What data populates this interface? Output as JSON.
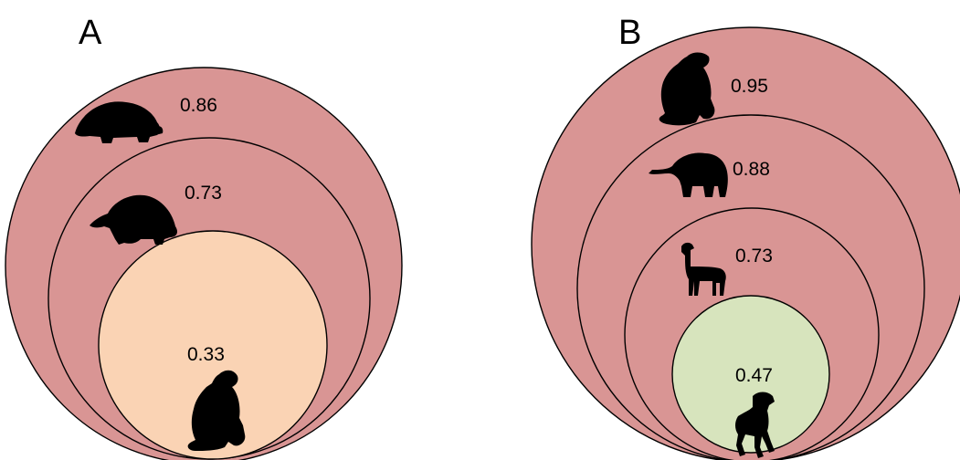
{
  "panels": [
    {
      "label": "A",
      "circles": [
        {
          "value": "0.86",
          "fill": "#D99594",
          "animal": "glyptodont"
        },
        {
          "value": "0.73",
          "fill": "#D99594",
          "animal": "armadillo"
        },
        {
          "value": "0.33",
          "fill": "#FAD3B4",
          "animal": "ground-sloth"
        }
      ]
    },
    {
      "label": "B",
      "circles": [
        {
          "value": "0.95",
          "fill": "#D99594",
          "animal": "ground-sloth"
        },
        {
          "value": "0.88",
          "fill": "#D99594",
          "animal": "proboscidean"
        },
        {
          "value": "0.73",
          "fill": "#D99594",
          "animal": "llama"
        },
        {
          "value": "0.47",
          "fill": "#D7E4BD",
          "animal": "horse"
        }
      ]
    }
  ]
}
